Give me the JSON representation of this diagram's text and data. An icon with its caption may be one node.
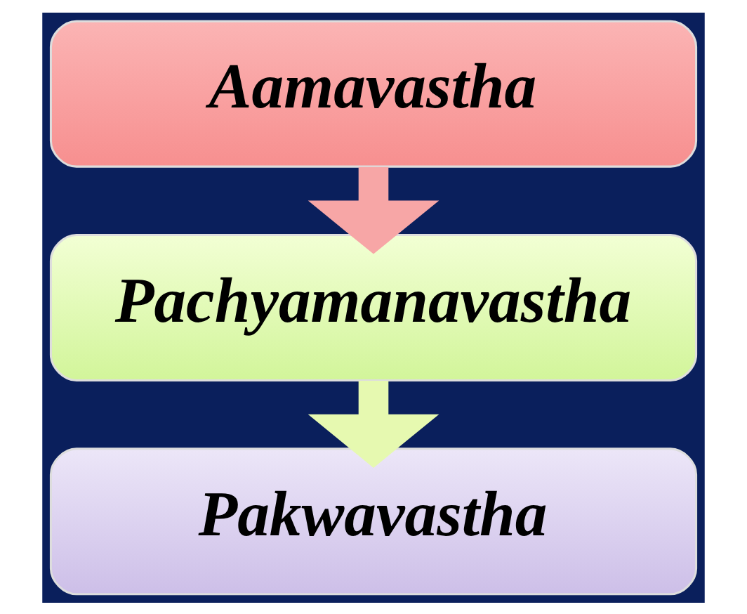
{
  "diagram": {
    "nodes": [
      {
        "text": [
          "Aamavastha"
        ]
      },
      {
        "text": [
          "Pachyamanavastha"
        ]
      },
      {
        "text": [
          "Pakwavastha"
        ]
      }
    ],
    "edges": [
      {
        "from": 0,
        "to": 1,
        "arrow": "to",
        "color": "#f7a6a6"
      },
      {
        "from": 1,
        "to": 2,
        "arrow": "to",
        "color": "#e6f9b0"
      }
    ]
  }
}
